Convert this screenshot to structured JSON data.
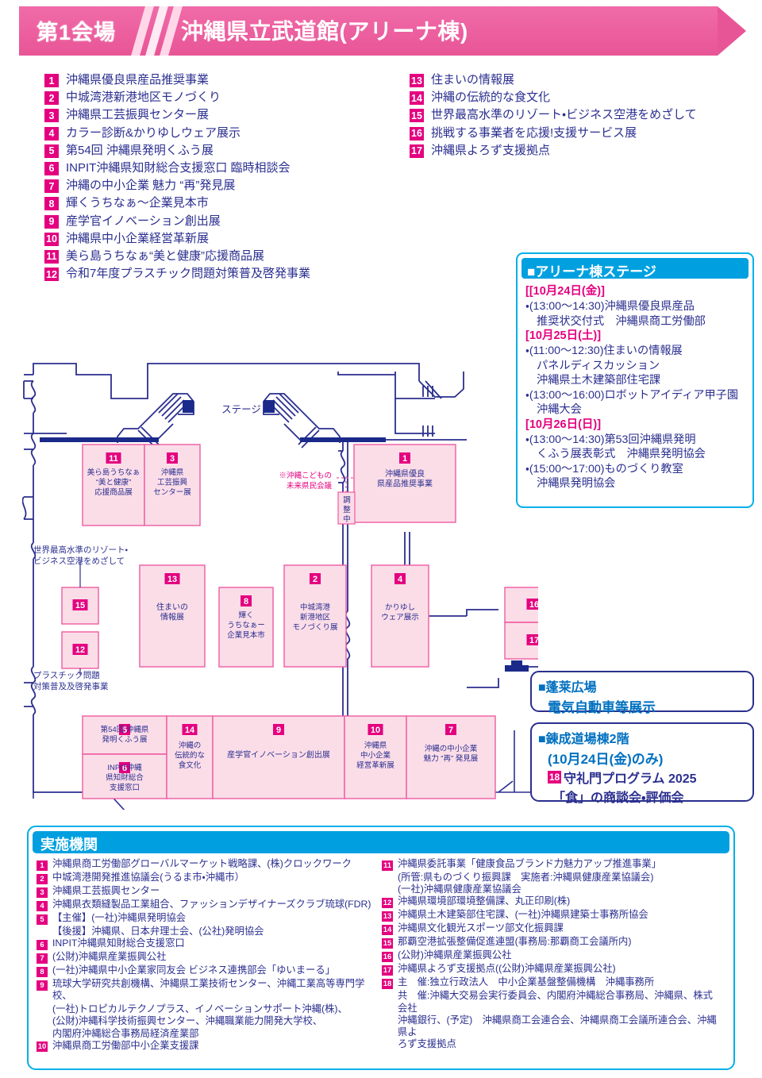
{
  "header": {
    "venue_label": "第1会場",
    "title": "沖縄県立武道館(アリーナ棟)",
    "banner_color": "#e85596"
  },
  "exhibit_list": {
    "left": [
      {
        "no": "1",
        "label": "沖縄県優良県産品推奨事業"
      },
      {
        "no": "2",
        "label": "中城湾港新港地区モノづくり"
      },
      {
        "no": "3",
        "label": "沖縄県工芸振興センター展"
      },
      {
        "no": "4",
        "label": "カラー診断&かりゆしウェア展示"
      },
      {
        "no": "5",
        "label": "第54回 沖縄県発明くふう展"
      },
      {
        "no": "6",
        "label": "INPIT沖縄県知財総合支援窓口 臨時相談会"
      },
      {
        "no": "7",
        "label": "沖縄の中小企業 魅力 “再”発見展"
      },
      {
        "no": "8",
        "label": "輝くうちなぁ〜企業見本市"
      },
      {
        "no": "9",
        "label": "産学官イノベーション創出展"
      },
      {
        "no": "10",
        "label": "沖縄県中小企業経営革新展"
      },
      {
        "no": "11",
        "label": "美ら島うちなぁ“美と健康”応援商品展"
      },
      {
        "no": "12",
        "label": "令和7年度プラスチック問題対策普及啓発事業"
      }
    ],
    "right": [
      {
        "no": "13",
        "label": "住まいの情報展"
      },
      {
        "no": "14",
        "label": "沖縄の伝統的な食文化"
      },
      {
        "no": "15",
        "label": "世界最高水準のリゾート・ビジネス空港をめざして"
      },
      {
        "no": "16",
        "label": "挑戦する事業者を応援!支援サービス展"
      },
      {
        "no": "17",
        "label": "沖縄県よろず支援拠点"
      }
    ]
  },
  "stage_schedule": {
    "heading": "■アリーナ棟ステージ",
    "entries": [
      {
        "type": "date",
        "text": "[[10月24日(金)]"
      },
      {
        "type": "line",
        "text": "・(13:00〜14:30)沖縄県優良県産品"
      },
      {
        "type": "indent",
        "text": "推奨状交付式　沖縄県商工労働部"
      },
      {
        "type": "date",
        "text": "[10月25日(土)]"
      },
      {
        "type": "line",
        "text": "・(11:00〜12:30)住まいの情報展"
      },
      {
        "type": "indent",
        "text": "パネルディスカッション"
      },
      {
        "type": "indent",
        "text": "沖縄県土木建築部住宅課"
      },
      {
        "type": "line",
        "text": "・(13:00〜16:00)ロボットアイディア甲子園"
      },
      {
        "type": "indent",
        "text": "沖縄大会"
      },
      {
        "type": "date",
        "text": "[10月26日(日)]"
      },
      {
        "type": "line",
        "text": "・(13:00〜14:30)第53回沖縄県発明"
      },
      {
        "type": "indent",
        "text": "くふう展表彰式　沖縄県発明協会"
      },
      {
        "type": "line",
        "text": "・(15:00〜17:00)ものづくり教室"
      },
      {
        "type": "indent",
        "text": "沖縄県発明協会"
      }
    ]
  },
  "side_boxes": {
    "hourai": {
      "line1": "■蓬莱広場",
      "line2": "電気自動車等展示"
    },
    "renjo": {
      "line1": "■錬成道場棟2階",
      "line2": "(10月24日(金)のみ)",
      "badge": "18",
      "line3": "守礼門プログラム 2025",
      "line4": "「食」の商談会・評価会"
    }
  },
  "floorplan": {
    "stage_label": "ステージ",
    "note_kodomo": [
      "※沖縄こどもの",
      "未来県民会議"
    ],
    "note_chosei": "調整中",
    "booths": [
      {
        "no": "11",
        "lines": [
          "美ら島うちなぁ",
          "“美と健康”",
          "応援商品展"
        ]
      },
      {
        "no": "3",
        "lines": [
          "沖縄県",
          "工芸振興",
          "センター展"
        ]
      },
      {
        "no": "1",
        "lines": [
          "沖縄県優良",
          "県産品推奨事業"
        ]
      },
      {
        "no": "15",
        "lines": []
      },
      {
        "no": "12",
        "lines": []
      },
      {
        "no": "13",
        "lines": [
          "住まいの",
          "情報展"
        ]
      },
      {
        "no": "8",
        "lines": [
          "輝く",
          "うちなぁー",
          "企業見本市"
        ]
      },
      {
        "no": "2",
        "lines": [
          "中城湾港",
          "新港地区",
          "モノづくり展"
        ]
      },
      {
        "no": "4",
        "lines": [
          "かりゆし",
          "ウェア展示"
        ]
      },
      {
        "no": "5",
        "lines": [
          "第54回 沖縄県",
          "発明くふう展"
        ]
      },
      {
        "no": "6",
        "lines": [
          "INPIT沖縄",
          "県知財総合",
          "支援窓口"
        ]
      },
      {
        "no": "14",
        "lines": [
          "沖縄の",
          "伝統的な",
          "食文化"
        ]
      },
      {
        "no": "9",
        "lines": [
          "産学官イノベーション創出展"
        ]
      },
      {
        "no": "10",
        "lines": [
          "沖縄県",
          "中小企業",
          "経営革新展"
        ]
      },
      {
        "no": "7",
        "lines": [
          "沖縄の中小企業",
          "魅力 “再” 発見展"
        ]
      },
      {
        "no": "16",
        "lines": []
      },
      {
        "no": "17",
        "lines": []
      }
    ],
    "callouts": [
      {
        "lines": [
          "世界最高水準のリゾート・",
          "ビジネス空港をめざして"
        ]
      },
      {
        "lines": [
          "プラスチック問題",
          "対策普及及啓発事業"
        ]
      },
      {
        "lines": [
          "挑戦する事業者を応援!",
          "支援サービス展"
        ]
      },
      {
        "lines": [
          "沖縄県よろず支援拠点"
        ]
      }
    ]
  },
  "organizations": {
    "heading": "実施機関",
    "left": [
      {
        "no": "1",
        "text": "沖縄県商工労働部グローバルマーケット戦略課、(株)クロックワーク",
        "sub": []
      },
      {
        "no": "2",
        "text": "中城湾港開発推進協議会(うるま市・沖縄市）",
        "sub": []
      },
      {
        "no": "3",
        "text": "沖縄県工芸振興センター",
        "sub": []
      },
      {
        "no": "4",
        "text": "沖縄県衣類縫製品工業組合、ファッションデザイナーズクラブ琉球(FDR)",
        "sub": []
      },
      {
        "no": "5",
        "text": "【主催】(一社)沖縄県発明協会",
        "sub": [
          "【後援】沖縄県、日本弁理士会、(公社)発明協会"
        ]
      },
      {
        "no": "6",
        "text": "INPIT沖縄県知財総合支援窓口",
        "sub": []
      },
      {
        "no": "7",
        "text": "(公財)沖縄県産業振興公社",
        "sub": []
      },
      {
        "no": "8",
        "text": "(一社)沖縄県中小企業家同友会 ビジネス連携部会「ゆいまーる」",
        "sub": []
      },
      {
        "no": "9",
        "text": "琉球大学研究共創機構、沖縄県工業技術センター、沖縄工業高等専門学校、",
        "sub": [
          "(一社)トロピカルテクノプラス、イノベーションサポート沖縄(株)、",
          "(公財)沖縄科学技術振興センター、沖縄職業能力開発大学校、",
          "内閣府沖縄総合事務局経済産業部"
        ]
      },
      {
        "no": "10",
        "text": "沖縄県商工労働部中小企業支援課",
        "sub": []
      }
    ],
    "right": [
      {
        "no": "11",
        "text": "沖縄県委託事業「健康食品ブランド力魅力アップ推進事業」",
        "sub": [
          "(所管:県ものづくり振興課　実施者:沖縄県健康産業協議会)",
          "(一社)沖縄県健康産業協議会"
        ]
      },
      {
        "no": "12",
        "text": "沖縄県環境部環境整備課、丸正印刷(株)",
        "sub": []
      },
      {
        "no": "13",
        "text": "沖縄県土木建築部住宅課、(一社)沖縄県建築士事務所協会",
        "sub": []
      },
      {
        "no": "14",
        "text": "沖縄県文化観光スポーツ部文化振興課",
        "sub": []
      },
      {
        "no": "15",
        "text": "那覇空港拡張整備促進連盟(事務局:那覇商工会議所内)",
        "sub": []
      },
      {
        "no": "16",
        "text": "(公財)沖縄県産業振興公社",
        "sub": []
      },
      {
        "no": "17",
        "text": "沖縄県よろず支援拠点((公財)沖縄県産業振興公社)",
        "sub": []
      },
      {
        "no": "18",
        "text": "主　催:独立行政法人　中小企業基盤整備機構　沖縄事務所",
        "sub": [
          "共　催:沖縄大交易会実行委員会、内閣府沖縄総合事務局、沖縄県、株式会社",
          "沖縄銀行、(予定)　沖縄県商工会連合会、沖縄県商工会議所連合会、沖縄県よ",
          "ろず支援拠点"
        ]
      }
    ]
  },
  "colors": {
    "magenta": "#e4007f",
    "navy": "#2b2f8f",
    "cyan": "#00a0e0",
    "booth_fill": "#fbdde8",
    "pink": "#e85596"
  }
}
